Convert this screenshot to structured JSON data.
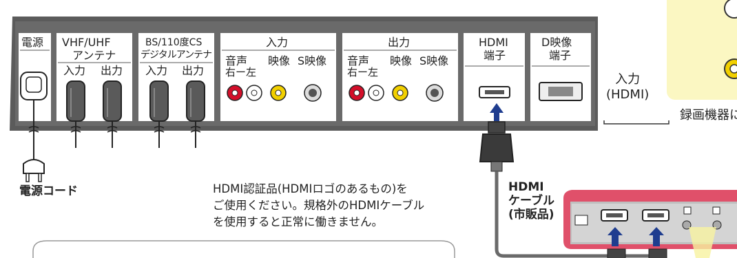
{
  "device": {
    "columns": [
      {
        "key": "power",
        "title": "電源"
      },
      {
        "key": "vhf",
        "title": "VHF/UHF\nアンテナ",
        "sub": [
          "入力",
          "出力"
        ]
      },
      {
        "key": "bs",
        "title": "BS/110度CS\nデジタルアンテナ",
        "sub": [
          "入力",
          "出力"
        ]
      },
      {
        "key": "in",
        "title": "入力",
        "sub": [
          "音声",
          "映像",
          "S映像"
        ],
        "sub2": "右ー左"
      },
      {
        "key": "out",
        "title": "出力",
        "sub": [
          "音声",
          "映像",
          "S映像"
        ],
        "sub2": "右ー左"
      },
      {
        "key": "hdmi",
        "title": "HDMI\n端子"
      },
      {
        "key": "d",
        "title": "D映像\n端子"
      }
    ]
  },
  "labels": {
    "power_cord": "電源コード",
    "hdmi_input": "入力\n(HDMI)",
    "notice": "HDMI認証品(HDMIロゴのあるもの)を\nご使用ください。規格外のHDMIケーブル\nを使用すると正常に働きません。",
    "hdmi_cable": "HDMI\nケーブル\n(市販品)",
    "recorder": "録画機器に"
  },
  "colors": {
    "panel": "#5b5b5b",
    "tv_red": "#e0506a",
    "note_yellow": "#fbf7c2",
    "arrow_blue": "#1f3d8f",
    "rca_red": "#d40f2a",
    "rca_yellow": "#f2d000"
  }
}
